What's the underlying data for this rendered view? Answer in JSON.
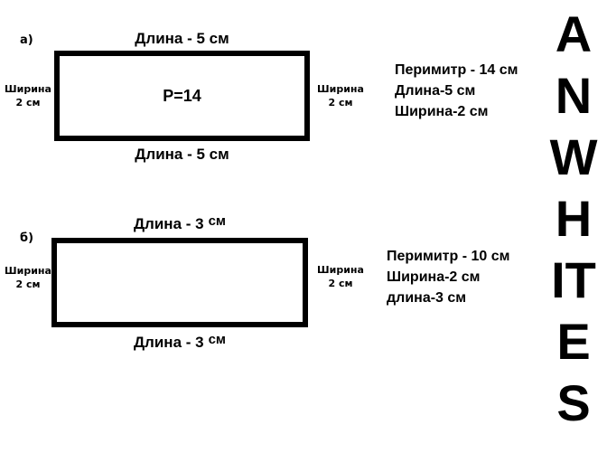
{
  "page": {
    "background_color": "#ffffff",
    "text_color": "#000000"
  },
  "figure_a": {
    "marker": "а)",
    "length_label_top": "Длина - 5 см",
    "length_label_bottom": "Длина - 5 см",
    "width_label_left": {
      "title": "Ширина",
      "value": "2 см"
    },
    "width_label_right": {
      "title": "Ширина",
      "value": "2 см"
    },
    "perimeter_text": "P=14",
    "summary": {
      "line1": "Перимитр - 14 см",
      "line2": "Длина-5 см",
      "line3": "Ширина-2 см"
    }
  },
  "figure_b": {
    "marker": "б)",
    "length_label_top": {
      "text": "Длина - 3",
      "unit": "см"
    },
    "length_label_bottom": {
      "text": "Длина - 3",
      "unit": "см"
    },
    "width_label_left": {
      "title": "Ширина",
      "value": "2 см"
    },
    "width_label_right": {
      "title": "Ширина",
      "value": "2 см"
    },
    "summary": {
      "line1": "Перимитр - 10 см",
      "line2": "Ширина-2 см",
      "line3": "длина-3 см"
    }
  },
  "watermark": {
    "letters": [
      "A",
      "N",
      "W",
      "H",
      "IT",
      "E",
      "S"
    ]
  }
}
